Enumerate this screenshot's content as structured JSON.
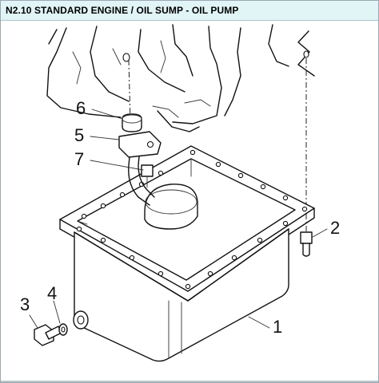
{
  "header": {
    "title": "N2.10 STANDARD ENGINE / OIL SUMP - OIL PUMP"
  },
  "callouts": [
    {
      "id": "6",
      "label": "6"
    },
    {
      "id": "5",
      "label": "5"
    },
    {
      "id": "7",
      "label": "7"
    },
    {
      "id": "2",
      "label": "2"
    },
    {
      "id": "1",
      "label": "1"
    },
    {
      "id": "3",
      "label": "3"
    },
    {
      "id": "4",
      "label": "4"
    }
  ],
  "colors": {
    "header_bg": "#e1f4f6",
    "line": "#111111"
  }
}
